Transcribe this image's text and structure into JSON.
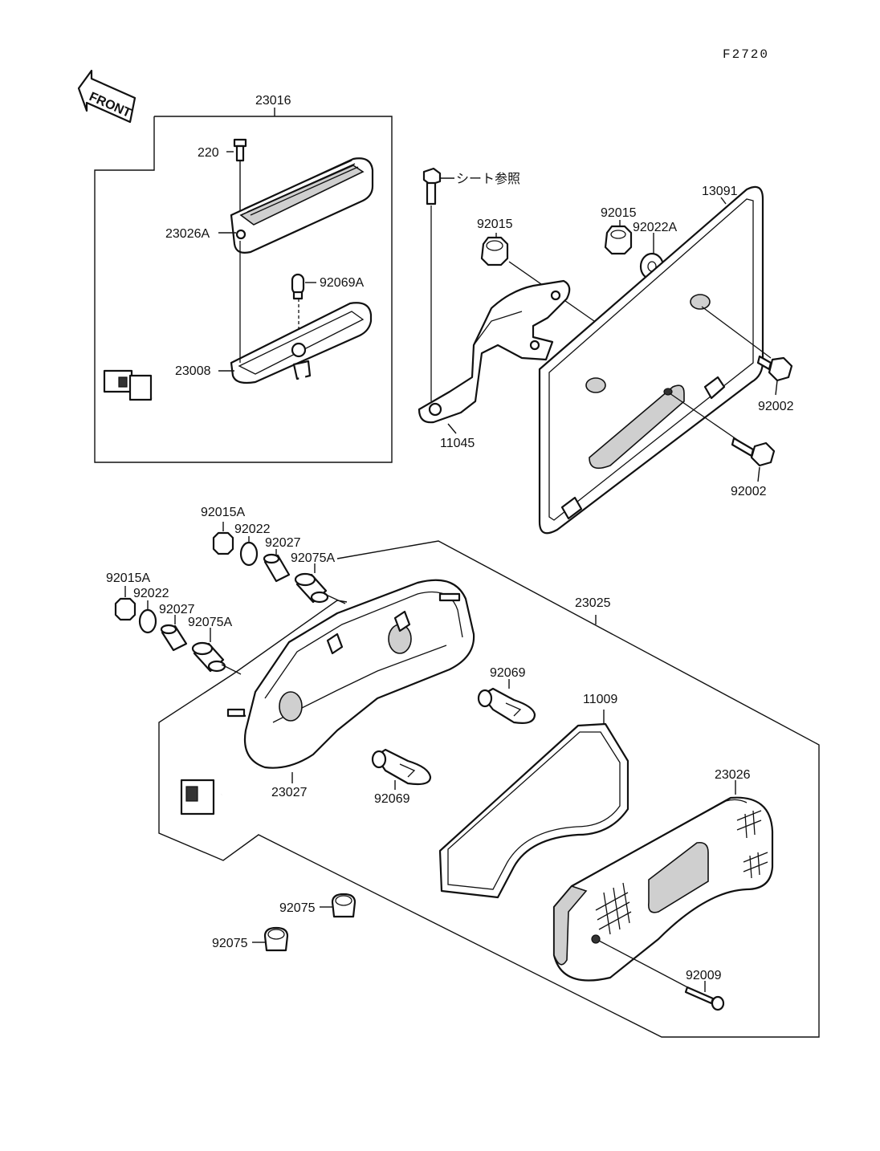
{
  "diagram": {
    "code": "F2720",
    "front_label": "FRONT",
    "group_labels": {
      "license_light_assy": "23016",
      "tail_light_assy": "23025"
    },
    "parts": {
      "screw_220": "220",
      "license_lens": "23026A",
      "bulb_small": "92069A",
      "license_housing": "23008",
      "bracket": "11045",
      "bolt_seat_ref": "シート参照",
      "nut_92015_a": "92015",
      "nut_92015_b": "92015",
      "washer_92022a": "92022A",
      "plate_frame": "13091",
      "bolt_92002_a": "92002",
      "bolt_92002_b": "92002",
      "nut_92015a_top": "92015A",
      "washer_92022_top": "92022",
      "collar_92027_top": "92027",
      "grommet_92075a_top": "92075A",
      "nut_92015a_left": "92015A",
      "washer_92022_left": "92022",
      "collar_92027_left": "92027",
      "grommet_92075a_left": "92075A",
      "tail_housing": "23027",
      "bulb_upper": "92069",
      "bulb_lower": "92069",
      "gasket": "11009",
      "tail_lens": "23026",
      "screw_92009": "92009",
      "grommet_92075_a": "92075",
      "grommet_92075_b": "92075"
    }
  }
}
